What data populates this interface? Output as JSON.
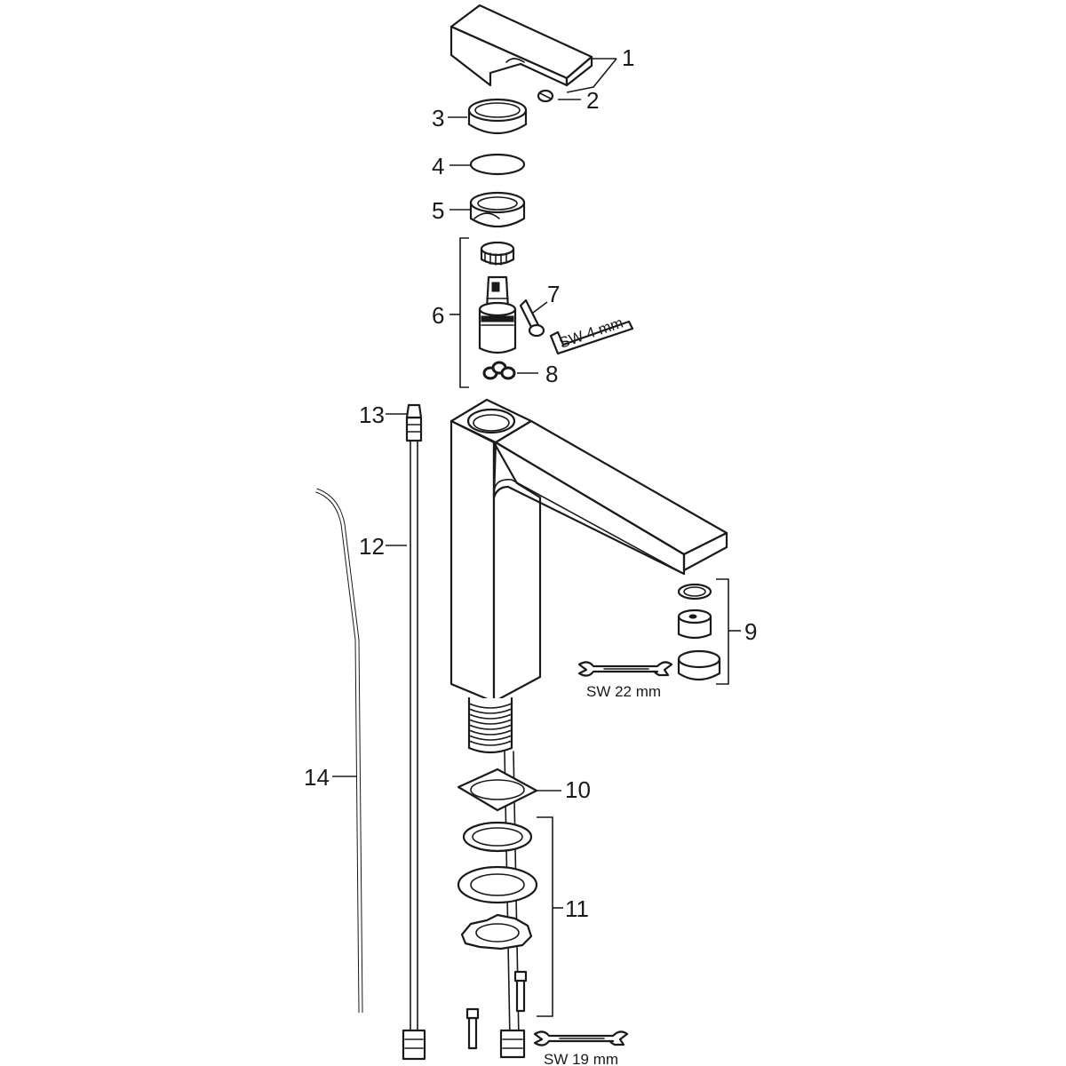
{
  "labels": {
    "p1": "1",
    "p2": "2",
    "p3": "3",
    "p4": "4",
    "p5": "5",
    "p6": "6",
    "p7": "7",
    "p8": "8",
    "p9": "9",
    "p10": "10",
    "p11": "11",
    "p12": "12",
    "p13": "13",
    "p14": "14"
  },
  "tools": {
    "hex_key": "SW 4 mm",
    "wrench_22": "SW 22 mm",
    "wrench_19": "SW 19 mm"
  },
  "colors": {
    "line": "#1a1a1a",
    "background": "#ffffff"
  }
}
